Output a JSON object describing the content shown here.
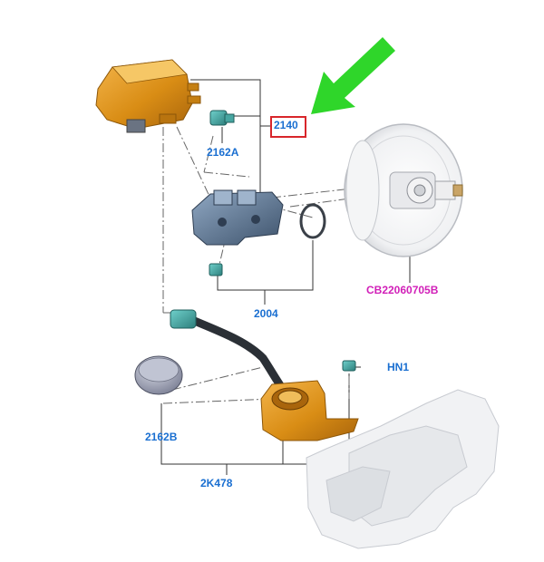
{
  "colors": {
    "label_blue": "#1a6fd1",
    "label_magenta": "#d11fb8",
    "highlight_red": "#d8262b",
    "arrow_green": "#2fd62a",
    "part_orange": "#d9921a",
    "part_teal": "#3fa3a0",
    "part_steel": "#58708c",
    "line_color": "#333333"
  },
  "labels": {
    "p2140": "2140",
    "p2162A": "2162A",
    "p2004": "2004",
    "pCB": "CB22060705B",
    "pHN1": "HN1",
    "p2162B": "2162B",
    "p2K478": "2K478"
  },
  "icons": {
    "pointer": "green-arrow-icon"
  }
}
